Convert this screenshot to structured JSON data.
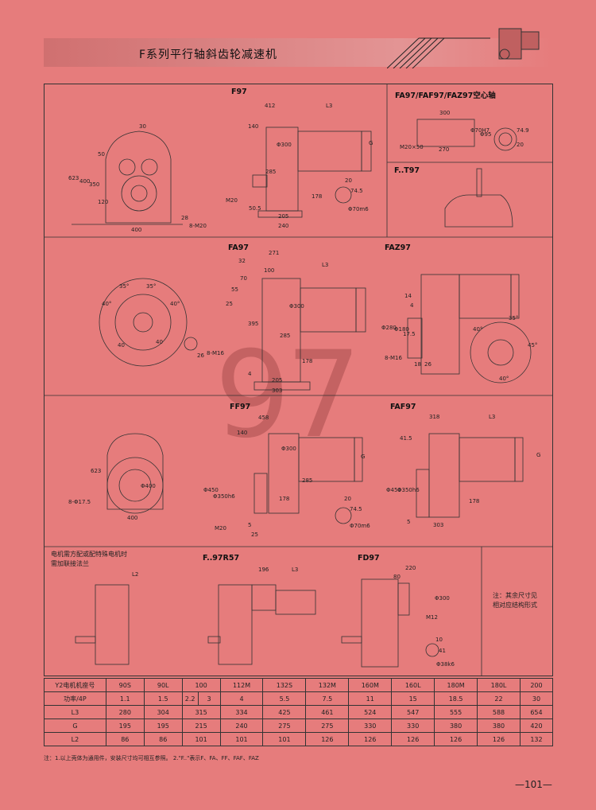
{
  "header": {
    "title": "F系列平行轴斜齿轮减速机"
  },
  "labels": {
    "f97": "F97",
    "fa97_hollow": "FA97/FAF97/FAZ97空心轴",
    "ft97": "F..T97",
    "fa97": "FA97",
    "faz97": "FAZ97",
    "ff97": "FF97",
    "faf97": "FAF97",
    "f97r57": "F..97R57",
    "fd97": "FD97"
  },
  "notes": {
    "motor_note": "电机需方配或配特殊电机时\n需加联接法兰",
    "other_dims": "注：其余尺寸见\n相对应结构形式",
    "footnote": "注：1.以上壳体为通用件，安装尺寸均可相互参照。  2.\"F..\"表示F、FA、FF、FAF、FAZ",
    "page_number": "101",
    "watermark": "97"
  },
  "dims": {
    "d30": "30",
    "d623a": "623",
    "d400a": "400",
    "d350": "350",
    "d50": "50",
    "d120": "120",
    "d400b": "400",
    "d28": "28",
    "dM20": "8-M20",
    "d412": "412",
    "dL3a": "L3",
    "d140a": "140",
    "dphi300a": "Φ300",
    "dGa": "G",
    "d285a": "285",
    "d20a": "20",
    "d745a": "74.5",
    "d178a": "178",
    "dM20b": "M20",
    "d505": "50.5",
    "d205": "205",
    "d240": "240",
    "dphi70a": "Φ70m6",
    "d300h": "300",
    "dphi70h7": "Φ70H7",
    "dphi95": "Φ95",
    "d749": "74.9",
    "d20h": "20",
    "dM20x50": "M20×50",
    "d270h": "270",
    "d271": "271",
    "d32": "32",
    "d100": "100",
    "dL3b": "L3",
    "d70": "70",
    "d25": "25",
    "d55": "55",
    "d395": "395",
    "dphi300b": "Φ300",
    "d285b": "285",
    "d178b": "178",
    "d4": "4",
    "d205b": "205",
    "d303": "303",
    "d26": "26",
    "d8M16a": "8-M16",
    "d35a": "35°",
    "d35b": "35°",
    "d40a": "40°",
    "d40b": "40°",
    "d40c": "40",
    "d40d": "40",
    "d14": "14",
    "d4b": "4",
    "dphi280": "Φ280",
    "dphi180": "Φ180",
    "d175": "17.5",
    "d8M16b": "8-M16",
    "d18": "18",
    "d26b": "26",
    "d40e": "40°",
    "d45": "45°",
    "d35c": "35°",
    "d40f": "40°",
    "d458": "458",
    "d140b": "140",
    "dphi300c": "Φ300",
    "dGb": "G",
    "dphi450a": "Φ450",
    "dphi350a": "Φ350h6",
    "d178c": "178",
    "d285c": "285",
    "d20b": "20",
    "d745b": "74.5",
    "dM20c": "M20",
    "d5a": "5",
    "d25b": "25",
    "dphi70b": "Φ70m6",
    "d623b": "623",
    "dphi400": "Φ400",
    "d8phi175": "8-Φ17.5",
    "d400c": "400",
    "d318": "318",
    "dL3c": "L3",
    "d415": "41.5",
    "dphi450b": "Φ450",
    "dphi350b": "Φ350h6",
    "d178d": "178",
    "d5b": "5",
    "d303b": "303",
    "dGc": "G",
    "dL2": "L2",
    "d196": "196",
    "dL3d": "L3",
    "d220": "220",
    "d80": "80",
    "dphi300d": "Φ300",
    "dM12": "M12",
    "d10": "10",
    "d41": "41",
    "dphi38": "Φ38k6"
  },
  "spec_table": {
    "row_labels": [
      "Y2电机机座号",
      "功率/4P",
      "L3",
      "G",
      "L2"
    ],
    "frames": [
      "90S",
      "90L",
      "100",
      "112M",
      "132S",
      "132M",
      "160M",
      "160L",
      "180M",
      "180L",
      "200"
    ],
    "power": [
      "1.1",
      "1.5",
      "2.2",
      "3",
      "4",
      "5.5",
      "7.5",
      "11",
      "15",
      "18.5",
      "22",
      "30"
    ],
    "L3": [
      "280",
      "304",
      "315",
      "334",
      "425",
      "461",
      "524",
      "547",
      "555",
      "588",
      "654"
    ],
    "G": [
      "195",
      "195",
      "215",
      "240",
      "275",
      "275",
      "330",
      "330",
      "380",
      "380",
      "420"
    ],
    "L2": [
      "86",
      "86",
      "101",
      "101",
      "101",
      "126",
      "126",
      "126",
      "126",
      "126",
      "132"
    ]
  }
}
